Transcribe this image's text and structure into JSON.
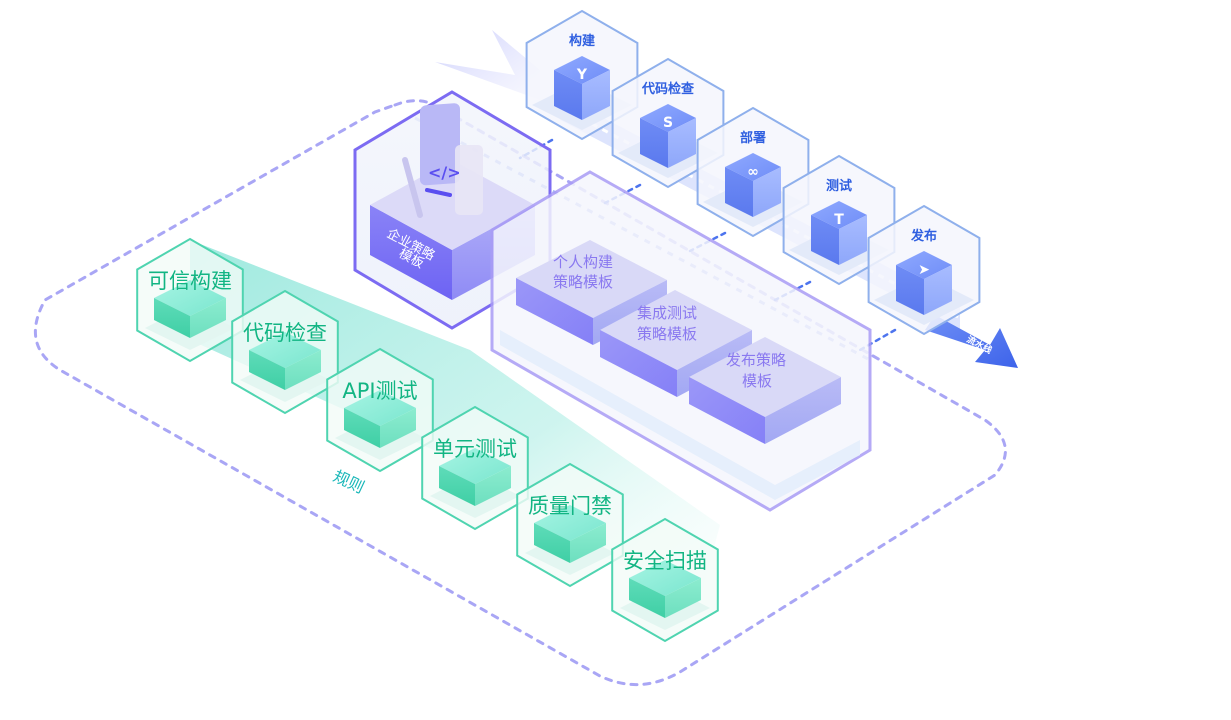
{
  "pipeline": {
    "label": "流水线",
    "stages": [
      {
        "label": "构建",
        "icon": "build-icon"
      },
      {
        "label": "代码检查",
        "icon": "code-check-icon"
      },
      {
        "label": "部署",
        "icon": "deploy-icon"
      },
      {
        "label": "测试",
        "icon": "test-icon"
      },
      {
        "label": "发布",
        "icon": "release-icon"
      }
    ]
  },
  "enterprise_template": {
    "label_line1": "企业策略",
    "label_line2": "模板"
  },
  "strategy_templates": [
    {
      "line1": "个人构建",
      "line2": "策略模板"
    },
    {
      "line1": "集成测试",
      "line2": "策略模板"
    },
    {
      "line1": "发布策略",
      "line2": "模板"
    }
  ],
  "rules": {
    "label": "规则",
    "items": [
      "可信构建",
      "代码检查",
      "API测试",
      "单元测试",
      "质量门禁",
      "安全扫描"
    ]
  },
  "colors": {
    "pipeline_blue": "#2f5fe0",
    "rule_green": "#12b583",
    "template_purple": "#8a79f0",
    "dashed_outline": "#a9a6f5"
  }
}
